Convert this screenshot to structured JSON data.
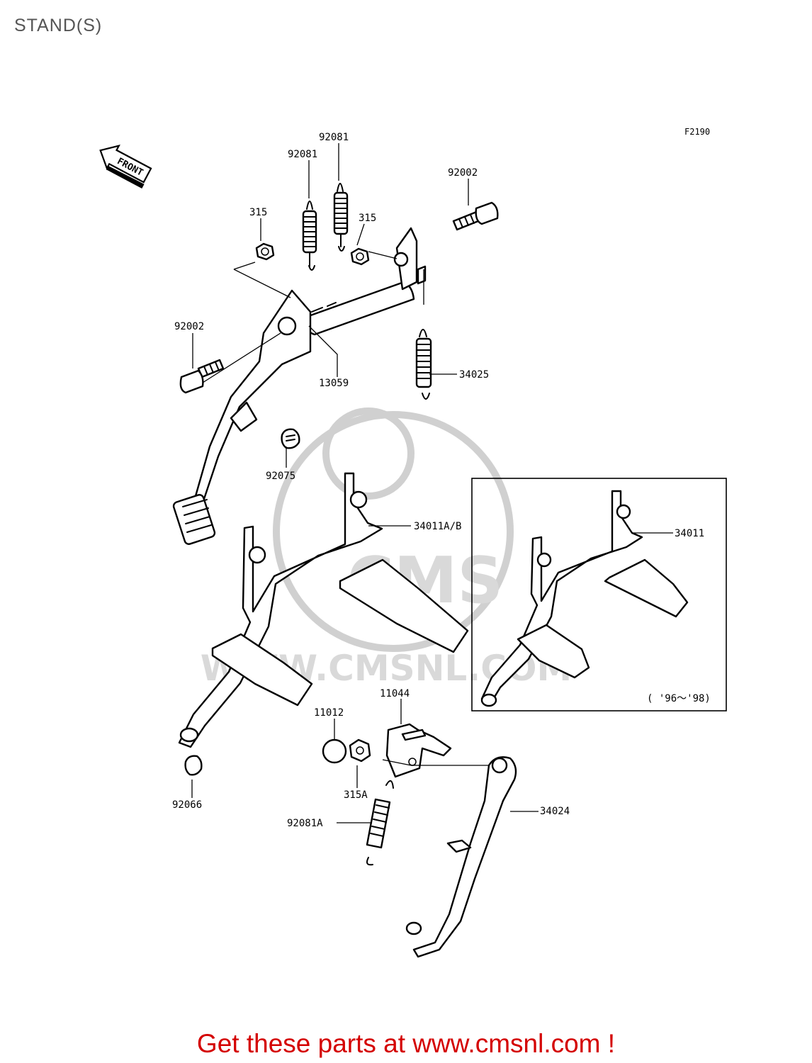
{
  "page": {
    "title": "STAND(S)"
  },
  "diagram": {
    "figure_code": "F2190",
    "front_arrow": "FRONT",
    "inset_years": "( '96〜'98)",
    "watermark": "WWW.CMSNL.COM",
    "watermark_logo": "CMS",
    "parts": {
      "spring_top_right": "92081",
      "spring_top_left": "92081",
      "bolt_upper": "92002",
      "nut_left": "315",
      "nut_right": "315",
      "bolt_left": "92002",
      "shaft": "13059",
      "spring_right": "34025",
      "cap_upper": "92075",
      "stand_main": "34011A/B",
      "stand_inset": "34011",
      "bracket": "11044",
      "rubber": "11012",
      "nut_lower": "315A",
      "cap_lower": "92066",
      "spring_lower": "92081A",
      "side_stand": "34024"
    }
  },
  "footer": {
    "text": "Get these parts at www.cmsnl.com !",
    "color": "#d40000"
  }
}
